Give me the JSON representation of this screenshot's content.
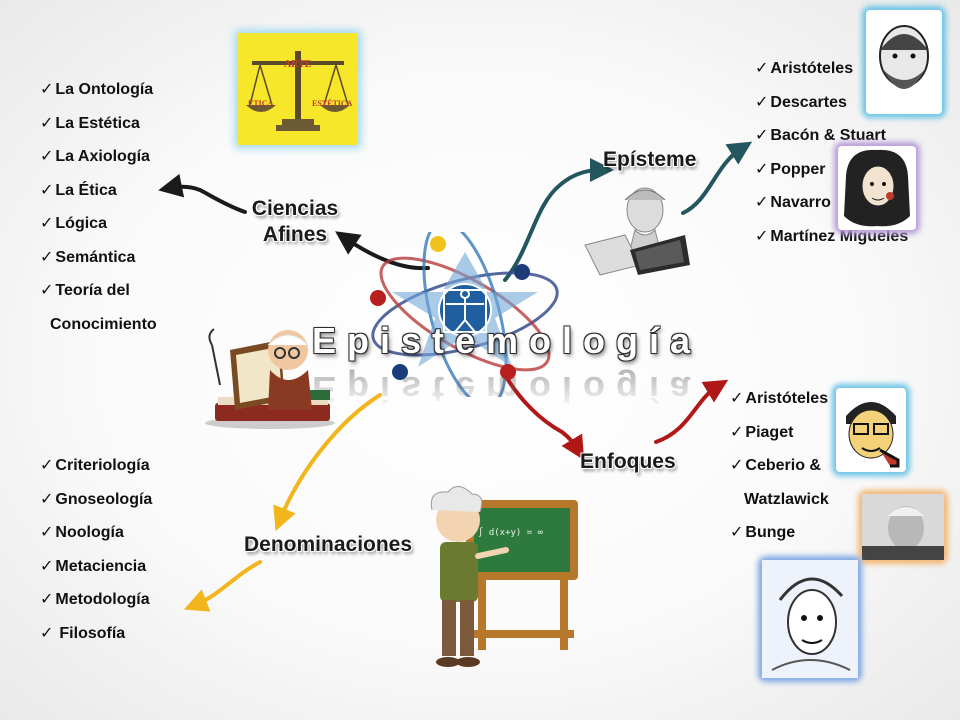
{
  "center": {
    "title": "Epistemología"
  },
  "branches": {
    "ciencias": {
      "line1": "Ciencias",
      "line2": "Afines"
    },
    "episteme": "Epísteme",
    "enfoques": "Enfoques",
    "denominaciones": "Denominaciones"
  },
  "ciencias_afines": [
    "La Ontología",
    "La Estética",
    "La Axiología",
    "La Ética",
    "Lógica",
    "Semántica",
    "Teoría del",
    "Conocimiento"
  ],
  "episteme_list": [
    "Aristóteles",
    "Descartes",
    "Bacón & Stuart",
    "Popper",
    "Navarro",
    "Martínez Migueles"
  ],
  "enfoques_list": [
    "Aristóteles",
    "Piaget",
    "Ceberio &",
    "Watzlawick",
    "Bunge"
  ],
  "denominaciones_list": [
    "Criteriología",
    "Gnoseología",
    "Noología",
    "Metaciencia",
    "Metodología",
    "Filosofía"
  ],
  "scale_image": {
    "top": "ARTE",
    "left": "ÉTICA",
    "right": "ESTÉTICA"
  },
  "board": {
    "formula": "∫ d(x+y) = ∞"
  },
  "check": "✓",
  "colors": {
    "ciencias": "#1a1a1a",
    "episteme": "#23565e",
    "enfoques": "#b01818",
    "denominaciones": "#f2b51c"
  }
}
